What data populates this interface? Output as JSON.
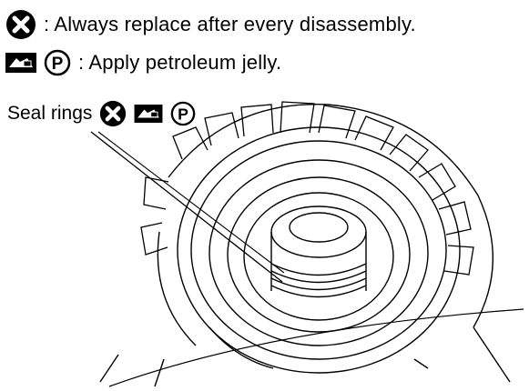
{
  "legend": {
    "replace_text": ": Always replace after every disassembly.",
    "jelly_text": ": Apply petroleum jelly."
  },
  "callout": {
    "label": "Seal rings"
  },
  "icons": {
    "replace": "x-in-circle-icon",
    "jelly_tool": "petroleum-jelly-tool-icon",
    "jelly_p": "p-in-circle-icon"
  }
}
